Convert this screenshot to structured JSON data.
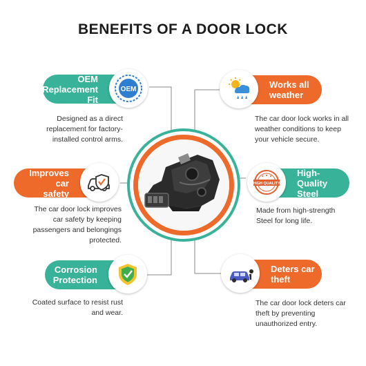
{
  "title": "BENEFITS OF A DOOR LOCK",
  "benefits": [
    {
      "label": "OEM\nReplacement Fit",
      "icon": "oem-seal-icon",
      "badge_text": "OEM",
      "color": "#39b29a",
      "description": "Designed as a direct\nreplacement for factory-\ninstalled control arms."
    },
    {
      "label": "Works all\nweather",
      "icon": "weather-icon",
      "color": "#ee6a2a",
      "description": "The car door lock works in all\nweather conditions to keep\nyour vehicle secure."
    },
    {
      "label": "Improves car\nsafety",
      "icon": "car-shield-icon",
      "color": "#ee6a2a",
      "description": "The car door lock improves\ncar safety by keeping\npassengers and belongings\nprotected."
    },
    {
      "label": "High-Quality\nSteel",
      "icon": "high-quality-stamp-icon",
      "badge_text": "HIGH QUALITY",
      "color": "#39b29a",
      "description": "Made from high-strength\nSteel for long life."
    },
    {
      "label": "Corrosion\nProtection",
      "icon": "shield-check-icon",
      "color": "#39b29a",
      "description": "Coated surface to resist rust\nand wear."
    },
    {
      "label": "Deters car\ntheft",
      "icon": "car-thief-icon",
      "color": "#ee6a2a",
      "description": "The car door lock deters car\ntheft by preventing\nunauthorized entry."
    }
  ],
  "colors": {
    "teal": "#39b29a",
    "orange": "#ee6a2a",
    "text": "#333333"
  }
}
